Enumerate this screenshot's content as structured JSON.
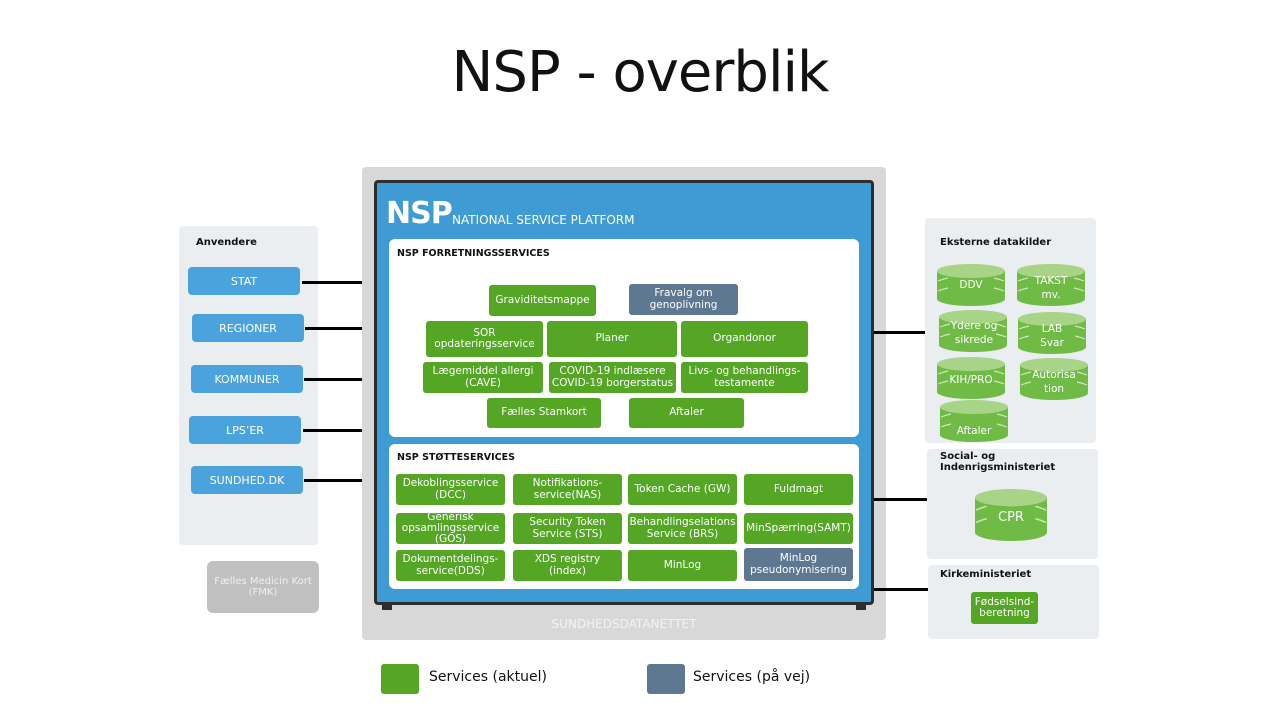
{
  "title": "NSP - overblik",
  "colors": {
    "green": "#54a624",
    "slate": "#5e7891",
    "blue": "#3f9bd3",
    "consumer_blue": "#4aa3dc",
    "cylinder_green": "#6fbb45",
    "cylinder_top": "#a7d486"
  },
  "consumers": {
    "label": "Anvendere",
    "items": [
      "STAT",
      "REGIONER",
      "KOMMUNER",
      "LPS’ER",
      "SUNDHED.DK"
    ],
    "fmk": "Fælles Medicin Kort\n(FMK)"
  },
  "network": {
    "label": "SUNDHEDSDATANETTET"
  },
  "nsp": {
    "logo": "NSP",
    "subtitle": "NATIONAL SERVICE PLATFORM",
    "business": {
      "label": "NSP FORRETNINGSSERVICES",
      "services": [
        {
          "name": "Graviditetsmappe",
          "status": "aktuel"
        },
        {
          "name": "Fravalg om genoplivning",
          "status": "på vej"
        },
        {
          "name": "SOR opdateringsservice",
          "status": "aktuel"
        },
        {
          "name": "Planer",
          "status": "aktuel"
        },
        {
          "name": "Organdonor",
          "status": "aktuel"
        },
        {
          "name": "Lægemiddel allergi (CAVE)",
          "status": "aktuel"
        },
        {
          "name": "COVID-19 indlæsere COVID-19 borgerstatus",
          "status": "aktuel"
        },
        {
          "name": "Livs- og behandlings-testamente",
          "status": "aktuel"
        },
        {
          "name": "Fælles Stamkort",
          "status": "aktuel"
        },
        {
          "name": "Aftaler",
          "status": "aktuel"
        }
      ]
    },
    "support": {
      "label": "NSP STØTTESERVICES",
      "services": [
        {
          "name": "Dekoblingsservice (DCC)",
          "status": "aktuel"
        },
        {
          "name": "Notifikations-service(NAS)",
          "status": "aktuel"
        },
        {
          "name": "Token Cache (GW)",
          "status": "aktuel"
        },
        {
          "name": "Fuldmagt",
          "status": "aktuel"
        },
        {
          "name": "Generisk opsamlingsservice (GOS)",
          "status": "aktuel"
        },
        {
          "name": "Security Token Service (STS)",
          "status": "aktuel"
        },
        {
          "name": "Behandlingselations Service (BRS)",
          "status": "aktuel"
        },
        {
          "name": "MinSpærring(SAMT)",
          "status": "aktuel"
        },
        {
          "name": "Dokumentdelings-service(DDS)",
          "status": "aktuel"
        },
        {
          "name": "XDS  registry (index)",
          "status": "aktuel"
        },
        {
          "name": "MinLog",
          "status": "aktuel"
        },
        {
          "name": "MinLog pseudonymisering",
          "status": "på vej"
        }
      ]
    }
  },
  "external": {
    "label": "Eksterne datakilder",
    "sources": [
      "DDV",
      "TAKST mv.",
      "Ydere og sikrede",
      "LAB Svar",
      "KIH/PRO",
      "Autorisa tion",
      "Aftaler"
    ]
  },
  "social": {
    "label": "Social- og Indenrigsministeriet",
    "sources": [
      "CPR"
    ]
  },
  "church": {
    "label": "Kirkeministeriet",
    "services": [
      "Fødselsind-beretning"
    ]
  },
  "legend": [
    {
      "label": "Services (aktuel)",
      "color": "#54a624"
    },
    {
      "label": "Services (på vej)",
      "color": "#5e7891"
    }
  ]
}
